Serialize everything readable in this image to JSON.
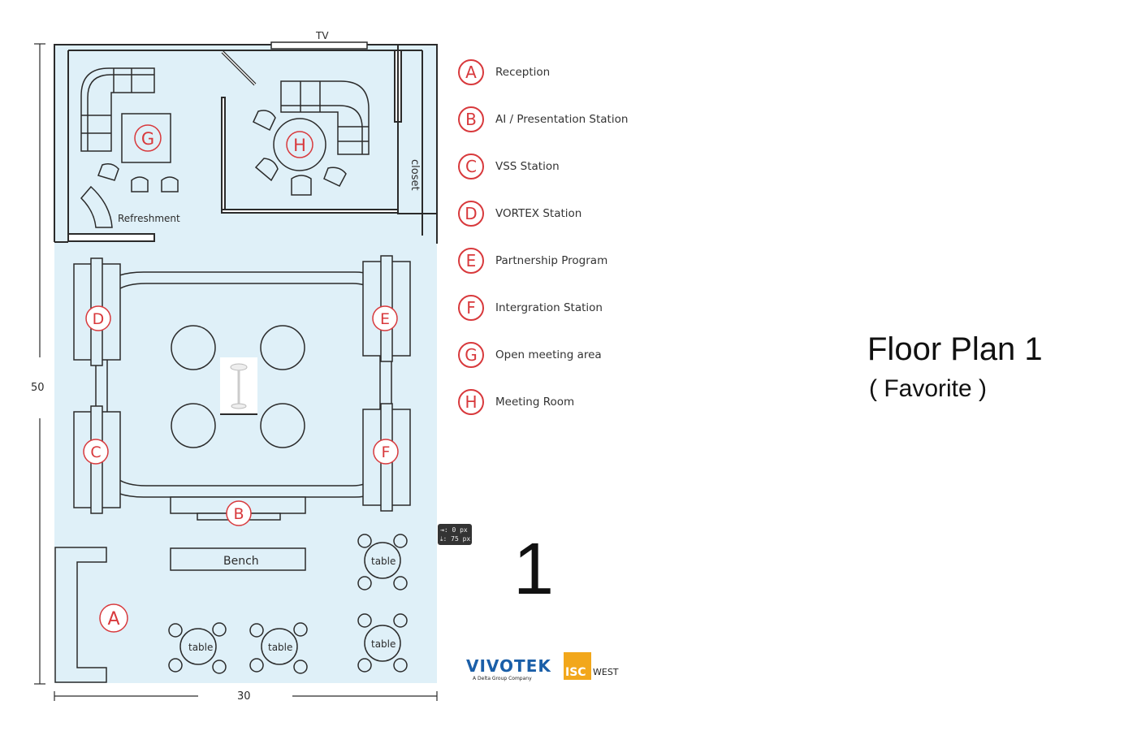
{
  "floorplan": {
    "tv_label": "TV",
    "closet_label": "closet",
    "refreshment_label": "Refreshment",
    "bench_label": "Bench",
    "table_label": "table",
    "dim_height": "50",
    "dim_width": "30",
    "markers": {
      "A": "A",
      "B": "B",
      "C": "C",
      "D": "D",
      "E": "E",
      "F": "F",
      "G": "G",
      "H": "H"
    }
  },
  "legend": [
    {
      "letter": "A",
      "text": "Reception"
    },
    {
      "letter": "B",
      "text": "AI / Presentation Station"
    },
    {
      "letter": "C",
      "text": "VSS Station"
    },
    {
      "letter": "D",
      "text": "VORTEX Station"
    },
    {
      "letter": "E",
      "text": "Partnership Program"
    },
    {
      "letter": "F",
      "text": "Intergration Station"
    },
    {
      "letter": "G",
      "text": "Open meeting area"
    },
    {
      "letter": "H",
      "text": "Meeting Room"
    }
  ],
  "title": "Floor Plan 1",
  "subtitle": "( Favorite )",
  "plan_number": "1",
  "tooltip": {
    "line1": "⇥:  0 px",
    "line2": "⤓: 75 px"
  },
  "logos": {
    "vivotek": "VIVOTEK",
    "vivotek_sub": "A Delta Group Company",
    "isc": "ISC",
    "isc_west": "WEST"
  },
  "colors": {
    "floor": "#dff0f8",
    "marker": "#d8393c",
    "wall": "#2b2b2b"
  }
}
